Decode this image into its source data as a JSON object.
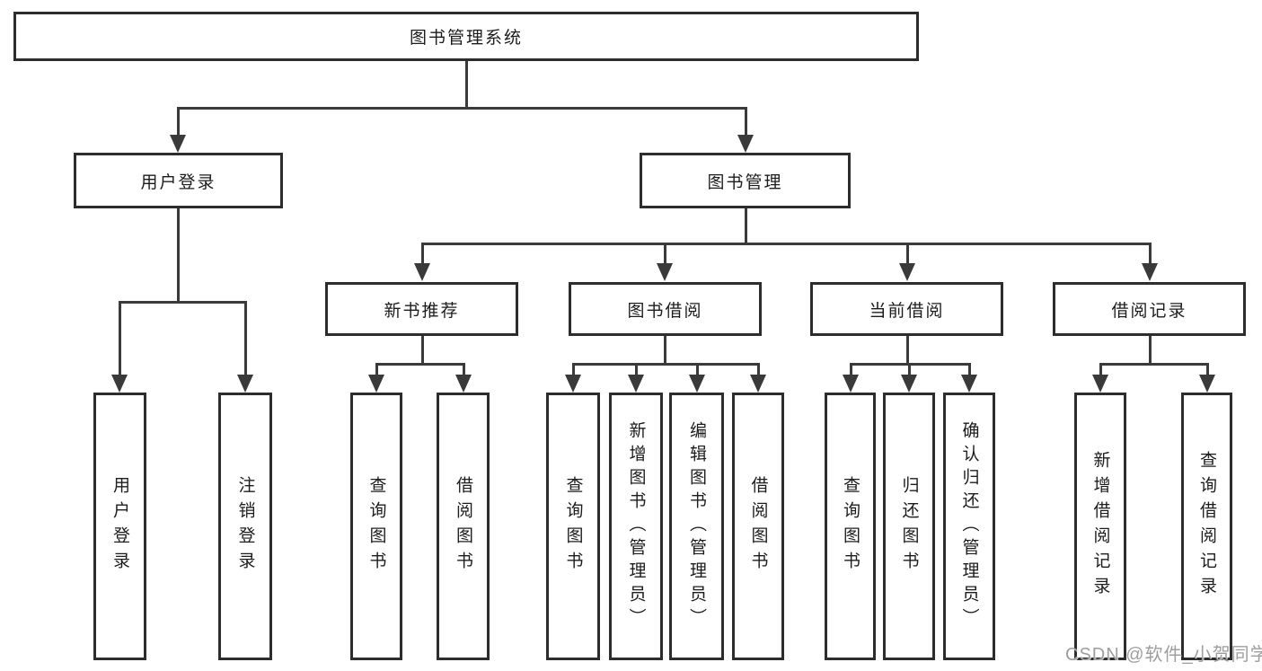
{
  "tree": {
    "root": {
      "label": "图书管理系统",
      "children": [
        {
          "label": "用户登录",
          "children": [
            {
              "label": "用户登录"
            },
            {
              "label": "注销登录"
            }
          ]
        },
        {
          "label": "图书管理",
          "children": [
            {
              "label": "新书推荐",
              "children": [
                {
                  "label": "查询图书"
                },
                {
                  "label": "借阅图书"
                }
              ]
            },
            {
              "label": "图书借阅",
              "children": [
                {
                  "label": "查询图书"
                },
                {
                  "label": "新增图书（管理员）"
                },
                {
                  "label": "编辑图书（管理员）"
                },
                {
                  "label": "借阅图书"
                }
              ]
            },
            {
              "label": "当前借阅",
              "children": [
                {
                  "label": "查询图书"
                },
                {
                  "label": "归还图书"
                },
                {
                  "label": "确认归还（管理员）"
                }
              ]
            },
            {
              "label": "借阅记录",
              "children": [
                {
                  "label": "新增借阅记录"
                },
                {
                  "label": "查询借阅记录"
                }
              ]
            }
          ]
        }
      ]
    }
  },
  "watermark": {
    "text": "CSDN @软件_小贺同学"
  },
  "colors": {
    "background": "#ffffff",
    "border": "#2d2d2d",
    "line": "#3a3a3a",
    "text": "#1c1c1c",
    "watermark": "#9e9e9e"
  }
}
